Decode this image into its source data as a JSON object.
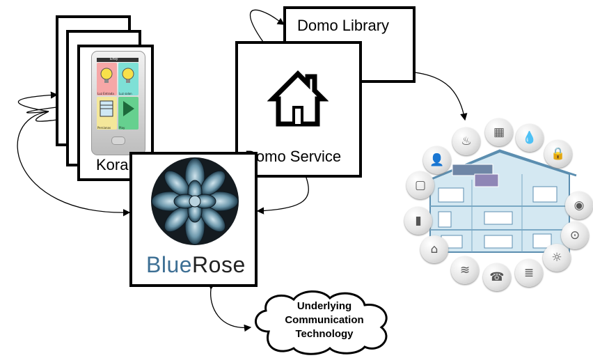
{
  "labels": {
    "kora": "Kora",
    "domo_service": "Domo Service",
    "domo_library": "Domo Library",
    "bluerose_blue": "Blue",
    "bluerose_rose": "Rose",
    "cloud_line1": "Underlying",
    "cloud_line2": "Communication",
    "cloud_line3": "Technology"
  },
  "phone": {
    "status_text": "Ertsy",
    "tiles": [
      {
        "color": "#f6a7a7",
        "caption": "Luz Entrada",
        "icon": "light-bulb-icon"
      },
      {
        "color": "#7ee0d6",
        "caption": "Luz salon",
        "icon": "light-bulb-icon"
      },
      {
        "color": "#f4e79a",
        "caption": "Persianas",
        "icon": "blinds-icon"
      },
      {
        "color": "#66d08f",
        "caption": "Play",
        "icon": "play-icon"
      }
    ]
  },
  "colors": {
    "bluerose_blue": "#3d6f94",
    "bluerose_rose": "#222222",
    "house_fill": "#cfe4ef"
  },
  "house_icons": [
    "heating-icon",
    "solar-panel-icon",
    "water-drop-icon",
    "lock-icon",
    "intercom-icon",
    "eye-icon",
    "window-icon",
    "socket-icon",
    "remote-control-icon",
    "light-icon",
    "home-icon",
    "heater-icon",
    "phone-icon",
    "blinds-icon"
  ]
}
